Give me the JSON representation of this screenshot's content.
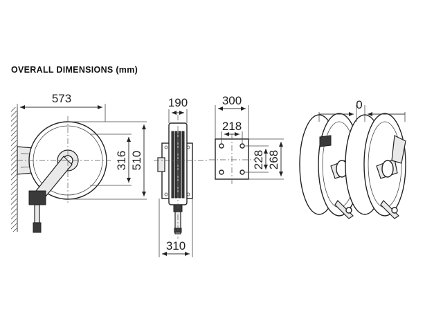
{
  "header": {
    "title": "OVERALL DIMENSIONS (mm)"
  },
  "front_view": {
    "width": "573",
    "inner_height": "316",
    "outer_height": "510"
  },
  "side_view": {
    "top_width": "190",
    "bottom_width": "310"
  },
  "plate_view": {
    "outer_width": "300",
    "inner_width": "218",
    "inner_height": "228",
    "outer_height": "268"
  },
  "double_view": {
    "gap": "0"
  }
}
